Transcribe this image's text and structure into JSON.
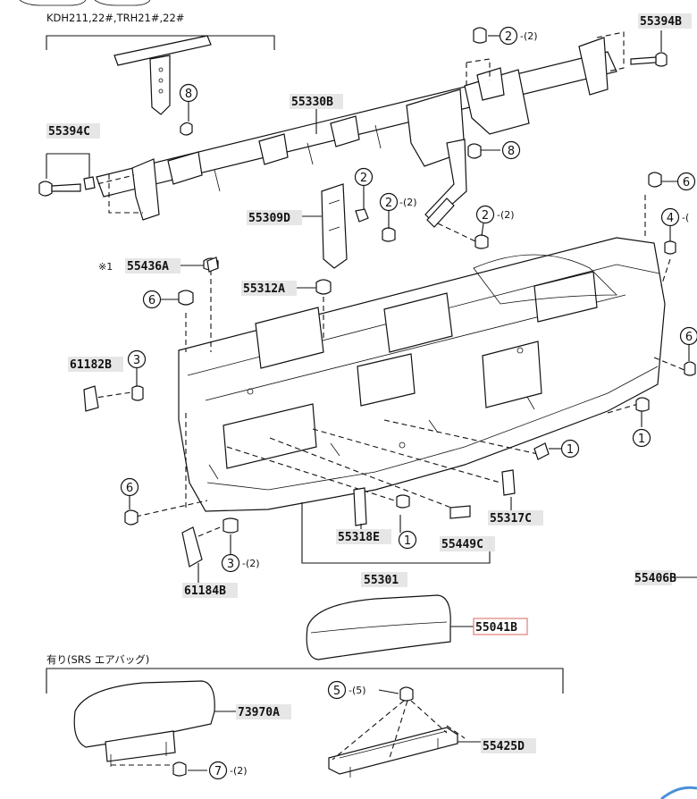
{
  "captions": {
    "top_note": "KDH211,22#,TRH21#,22#",
    "srs_note": "有り(SRS エアバッグ)",
    "ref_mark": "※1"
  },
  "part_numbers": {
    "p55394B": "55394B",
    "p55330B": "55330B",
    "p55394C": "55394C",
    "p55309D": "55309D",
    "p55436A": "55436A",
    "p55312A": "55312A",
    "p61182B": "61182B",
    "p55317C": "55317C",
    "p55318E": "55318E",
    "p55449C": "55449C",
    "p61184B": "61184B",
    "p55301": "55301",
    "p55406B": "55406B",
    "p55041B": "55041B",
    "p73970A": "73970A",
    "p55425D": "55425D"
  },
  "callouts": {
    "c1": "1",
    "c2": "2",
    "c3": "3",
    "c4": "4",
    "c5": "5",
    "c6": "6",
    "c7": "7",
    "c8": "8"
  },
  "quantities": {
    "q2": "-(2)",
    "q3": "-(2)",
    "q4": "-(",
    "q5": "-(5)",
    "q7": "-(2)"
  },
  "colors": {
    "line": "#111111",
    "label_bg": "#e6e6e6",
    "highlight_border": "#e0807a"
  }
}
